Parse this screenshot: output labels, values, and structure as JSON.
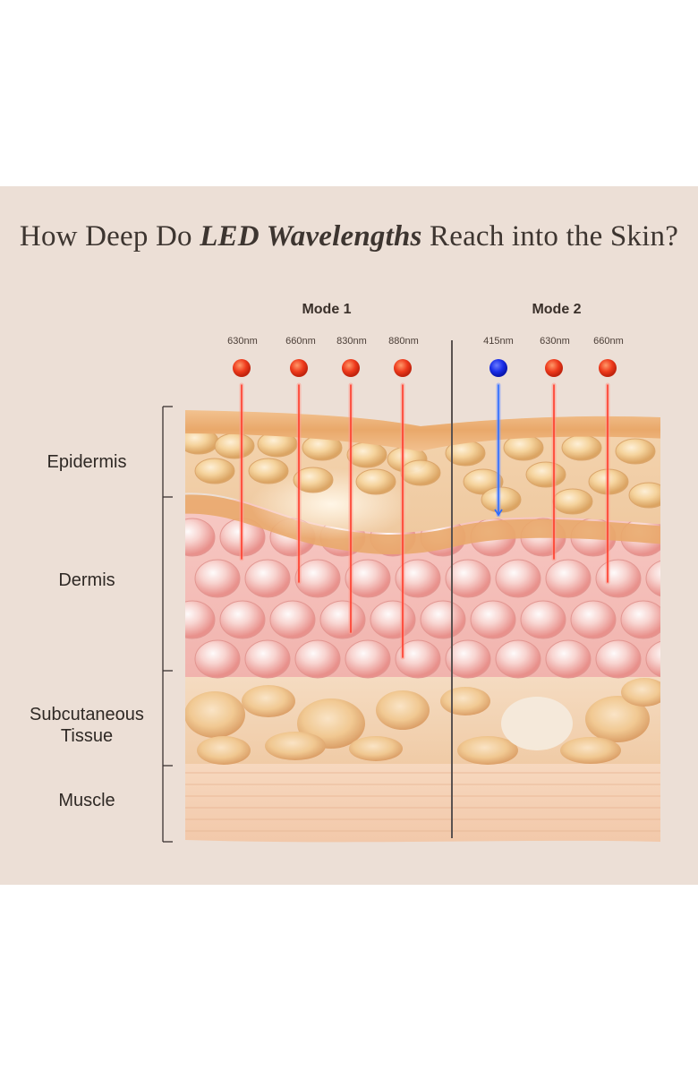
{
  "title": {
    "prefix": "How Deep Do ",
    "emphasis": "LED Wavelengths",
    "suffix": " Reach into the Skin?"
  },
  "modes": [
    {
      "label": "Mode 1",
      "wavelengths": [
        {
          "label": "630nm",
          "color": "#e8321a",
          "depth": "dermis-upper"
        },
        {
          "label": "660nm",
          "color": "#e8321a",
          "depth": "dermis-mid"
        },
        {
          "label": "830nm",
          "color": "#e8321a",
          "depth": "dermis-deep"
        },
        {
          "label": "880nm",
          "color": "#e8321a",
          "depth": "dermis-bottom"
        }
      ]
    },
    {
      "label": "Mode 2",
      "wavelengths": [
        {
          "label": "415nm",
          "color": "#1530e0",
          "depth": "epidermis"
        },
        {
          "label": "630nm",
          "color": "#e8321a",
          "depth": "dermis-upper"
        },
        {
          "label": "660nm",
          "color": "#e8321a",
          "depth": "dermis-mid"
        }
      ]
    }
  ],
  "layers": [
    {
      "label": "Epidermis"
    },
    {
      "label": "Dermis"
    },
    {
      "label": "Subcutaneous\nTissue"
    },
    {
      "label": "Muscle"
    }
  ],
  "colors": {
    "background": "#ecdfd6",
    "red_led": "#e8321a",
    "blue_led": "#1530e0",
    "divider": "#5a5250"
  }
}
